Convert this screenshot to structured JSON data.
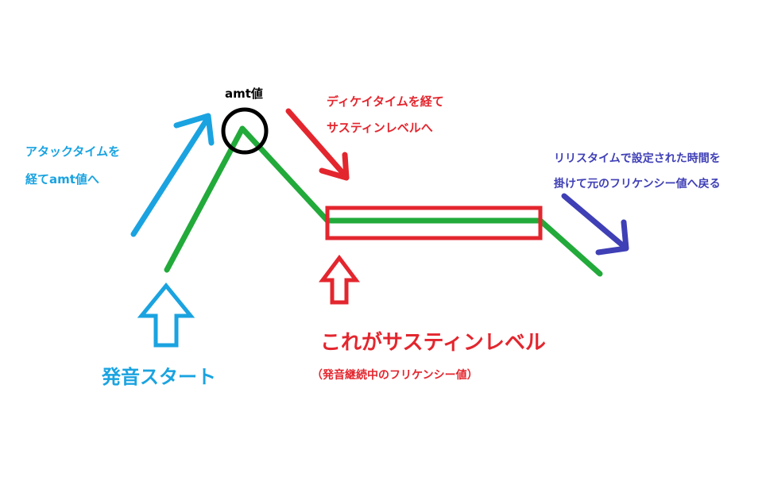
{
  "labels": {
    "amt": "amt値",
    "attack_line1": "アタックタイムを",
    "attack_line2": "経てamt値へ",
    "decay_line1": "ディケイタイムを経て",
    "decay_line2": "サスティンレベルへ",
    "release_line1": "リリスタイムで設定された時間を",
    "release_line2": "掛けて元のフリケンシー値へ戻る",
    "start": "発音スタート",
    "sustain": "これがサスティンレベル",
    "sustain_note": "（発音継続中のフリケンシー値）"
  },
  "colors": {
    "envelope": "#22aa3a",
    "attack": "#1aa3e0",
    "decay": "#e3262e",
    "release": "#3f3fb6",
    "peak_circle": "#000000"
  }
}
